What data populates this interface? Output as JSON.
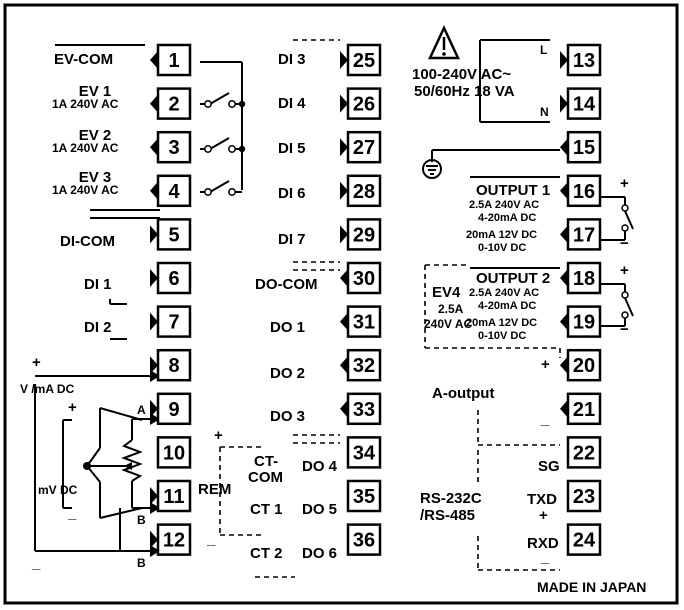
{
  "terminals": [
    {
      "n": "1",
      "label": "EV-COM"
    },
    {
      "n": "2",
      "label": "EV 1",
      "rating": "1A 240V AC"
    },
    {
      "n": "3",
      "label": "EV 2",
      "rating": "1A 240V AC"
    },
    {
      "n": "4",
      "label": "EV 3",
      "rating": "1A 240V AC"
    },
    {
      "n": "5",
      "label": "DI-COM"
    },
    {
      "n": "6",
      "label": "DI 1"
    },
    {
      "n": "7",
      "label": "DI 2"
    },
    {
      "n": "8",
      "label": ""
    },
    {
      "n": "9",
      "label": "A"
    },
    {
      "n": "10",
      "label": ""
    },
    {
      "n": "11",
      "label": "B"
    },
    {
      "n": "12",
      "label": "B"
    },
    {
      "n": "13",
      "label": "L"
    },
    {
      "n": "14",
      "label": "N"
    },
    {
      "n": "15",
      "label": ""
    },
    {
      "n": "16",
      "label": ""
    },
    {
      "n": "17",
      "label": ""
    },
    {
      "n": "18",
      "label": ""
    },
    {
      "n": "19",
      "label": ""
    },
    {
      "n": "20",
      "label": "+"
    },
    {
      "n": "21",
      "label": "_"
    },
    {
      "n": "22",
      "label": "SG"
    },
    {
      "n": "23",
      "label": "TXD"
    },
    {
      "n": "24",
      "label": "RXD"
    },
    {
      "n": "25",
      "label": "DI 3"
    },
    {
      "n": "26",
      "label": "DI 4"
    },
    {
      "n": "27",
      "label": "DI 5"
    },
    {
      "n": "28",
      "label": "DI 6"
    },
    {
      "n": "29",
      "label": "DI 7"
    },
    {
      "n": "30",
      "label": "DO-COM"
    },
    {
      "n": "31",
      "label": "DO 1"
    },
    {
      "n": "32",
      "label": "DO 2"
    },
    {
      "n": "33",
      "label": "DO 3"
    },
    {
      "n": "34",
      "label": "DO 4"
    },
    {
      "n": "35",
      "label": "DO 5"
    },
    {
      "n": "36",
      "label": "DO 6"
    }
  ],
  "power": {
    "line1": "100-240V AC~",
    "line2": "50/60Hz 18 VA"
  },
  "output1": {
    "title": "OUTPUT 1",
    "specs": [
      "2.5A 240V AC",
      "4-20mA DC",
      "20mA 12V DC",
      "0-10V DC"
    ]
  },
  "output2": {
    "title": "OUTPUT 2",
    "specs": [
      "2.5A 240V AC",
      "4-20mA DC",
      "20mA 12V DC",
      "0-10V DC"
    ]
  },
  "ev4": {
    "title": "EV4",
    "rating1": "2.5A",
    "rating2": "240V AC"
  },
  "aout": "A-output",
  "serial": {
    "line1": "RS-232C",
    "line2": "/RS-485"
  },
  "input": {
    "vma": "V /mA DC",
    "mv": "mV DC",
    "plus": "+",
    "minus": "_"
  },
  "ct": {
    "com": "CT-",
    "com2": "COM",
    "ct1": "CT 1",
    "ct2": "CT 2",
    "rem": "REM"
  },
  "signs": {
    "plus": "+",
    "minus": "_",
    "minus_alt": "−"
  },
  "made_in": "MADE IN JAPAN",
  "icons": {
    "warning": "warning-triangle-icon",
    "ground": "ground-icon"
  }
}
